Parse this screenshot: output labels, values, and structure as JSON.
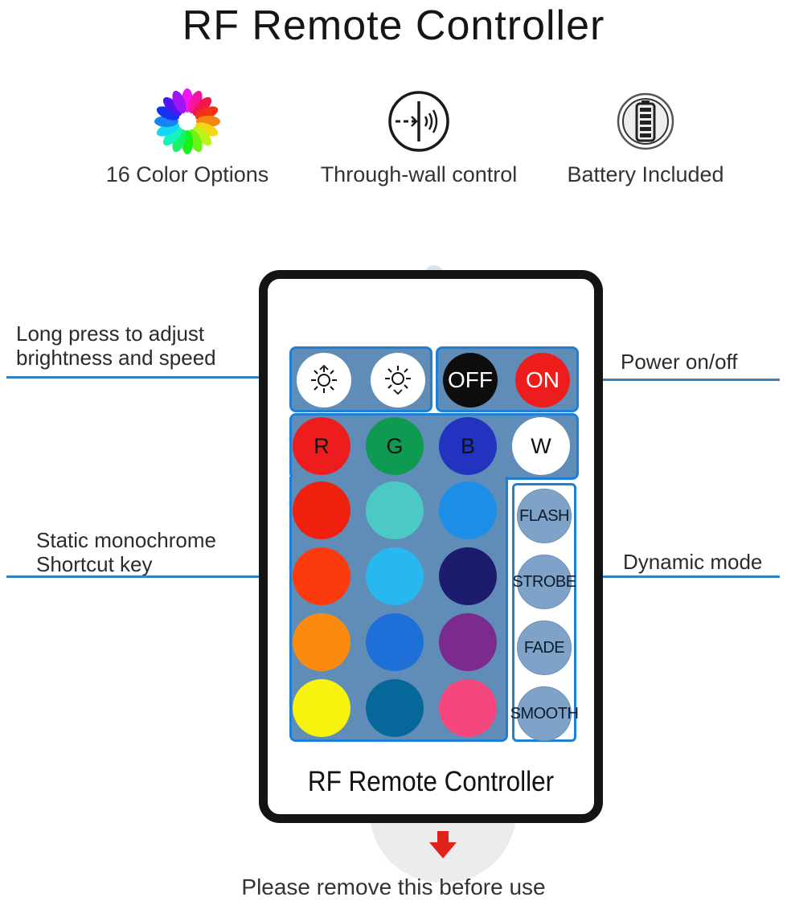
{
  "title": "RF Remote Controller",
  "features": [
    {
      "icon": "color-wheel-icon",
      "label": "16 Color Options"
    },
    {
      "icon": "through-wall-signal-icon",
      "label": "Through-wall control"
    },
    {
      "icon": "battery-icon",
      "label": "Battery Included"
    }
  ],
  "callouts": {
    "brightness": [
      "Long press to adjust",
      "brightness and speed"
    ],
    "power": "Power on/off",
    "static": [
      "Static monochrome",
      "Shortcut key"
    ],
    "dynamic": "Dynamic mode"
  },
  "remote": {
    "brightness_up_icon": "brightness-up-icon",
    "brightness_down_icon": "brightness-down-icon",
    "off_label": "OFF",
    "on_label": "ON",
    "rgbw_labels": [
      "R",
      "G",
      "B",
      "W"
    ],
    "rgbw_colors": [
      "#ee1d1d",
      "#0f9a52",
      "#2233c0",
      "#ffffff"
    ],
    "color_grid": [
      [
        "#f0200e",
        "#4cc9c4",
        "#1c8ee8"
      ],
      [
        "#fb3b0e",
        "#27b8ef",
        "#1c1b6e"
      ],
      [
        "#fb8a10",
        "#1f6fd9",
        "#7b2a8e"
      ],
      [
        "#f7f20e",
        "#06679a",
        "#f5467e"
      ]
    ],
    "dynamic_labels": [
      "FLASH",
      "STROBE",
      "FADE",
      "SMOOTH"
    ],
    "label": "RF Remote Controller"
  },
  "colors": {
    "accent": "#3282c4",
    "panel": "#5f8db8",
    "panel_border": "#1f7fd6",
    "arrow": "#e0231a"
  },
  "note": "Please remove this before use"
}
